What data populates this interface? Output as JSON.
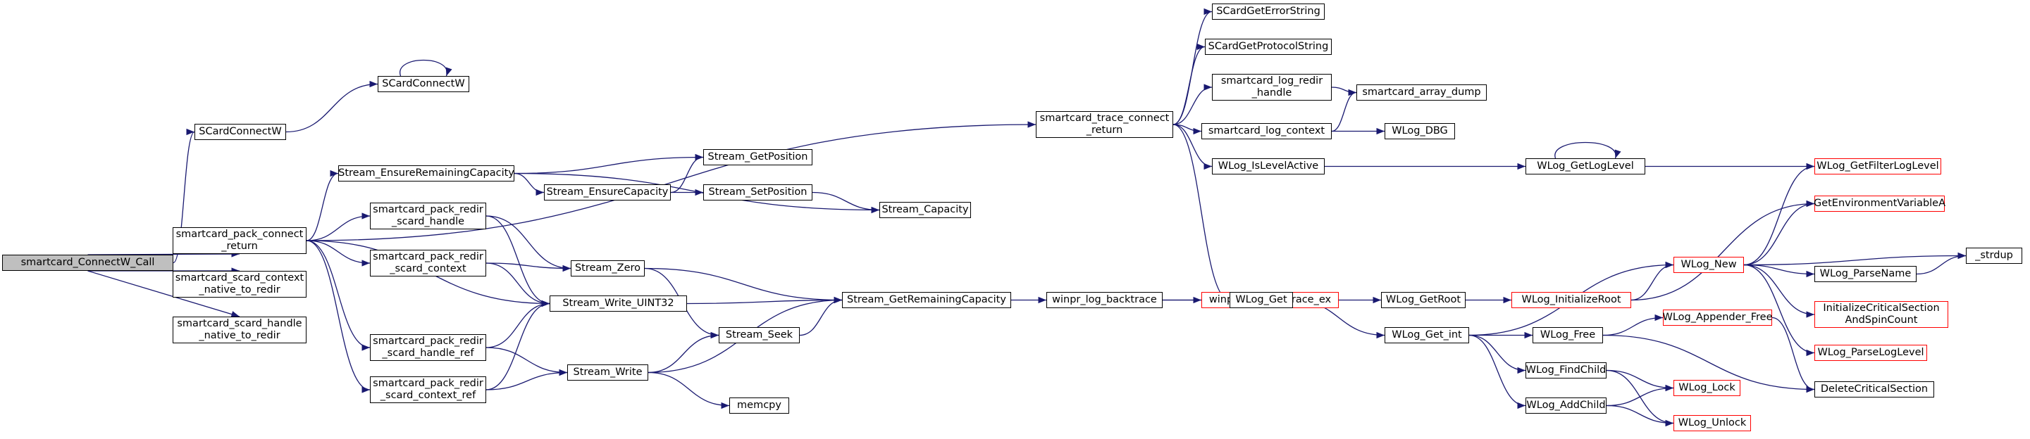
{
  "colors": {
    "edge": "#191970",
    "node_border": "#000000",
    "missing_border": "#ff0000",
    "root_fill": "#bfbfbf"
  },
  "nodes": [
    {
      "id": "root",
      "label": "smartcard_ConnectW_Call",
      "root": true
    },
    {
      "id": "sccw1",
      "label": "SCardConnectW"
    },
    {
      "id": "sccw2",
      "label": "SCardConnectW"
    },
    {
      "id": "pack",
      "label": "smartcard_pack_connect\n_return"
    },
    {
      "id": "ctxn2r",
      "label": "smartcard_scard_context\n_native_to_redir"
    },
    {
      "id": "hn2r",
      "label": "smartcard_scard_handle\n_native_to_redir"
    },
    {
      "id": "ensrem",
      "label": "Stream_EnsureRemainingCapacity"
    },
    {
      "id": "ensure",
      "label": "Stream_EnsureCapacity"
    },
    {
      "id": "getpos",
      "label": "Stream_GetPosition"
    },
    {
      "id": "setpos",
      "label": "Stream_SetPosition"
    },
    {
      "id": "capacity",
      "label": "Stream_Capacity"
    },
    {
      "id": "prh",
      "label": "smartcard_pack_redir\n_scard_handle"
    },
    {
      "id": "prc",
      "label": "smartcard_pack_redir\n_scard_context"
    },
    {
      "id": "prhr",
      "label": "smartcard_pack_redir\n_scard_handle_ref"
    },
    {
      "id": "prcr",
      "label": "smartcard_pack_redir\n_scard_context_ref"
    },
    {
      "id": "zero",
      "label": "Stream_Zero"
    },
    {
      "id": "wu32",
      "label": "Stream_Write_UINT32"
    },
    {
      "id": "write",
      "label": "Stream_Write"
    },
    {
      "id": "seek",
      "label": "Stream_Seek"
    },
    {
      "id": "memcpy",
      "label": "memcpy"
    },
    {
      "id": "getrem",
      "label": "Stream_GetRemainingCapacity"
    },
    {
      "id": "trace",
      "label": "smartcard_trace_connect\n_return"
    },
    {
      "id": "bt",
      "label": "winpr_log_backtrace"
    },
    {
      "id": "btex",
      "label": "winpr_log_backtrace_ex",
      "missing": true
    },
    {
      "id": "errstr",
      "label": "SCardGetErrorString"
    },
    {
      "id": "protstr",
      "label": "SCardGetProtocolString"
    },
    {
      "id": "logredir",
      "label": "smartcard_log_redir\n_handle"
    },
    {
      "id": "logctx",
      "label": "smartcard_log_context"
    },
    {
      "id": "arrdump",
      "label": "smartcard_array_dump"
    },
    {
      "id": "wdbg",
      "label": "WLog_DBG"
    },
    {
      "id": "islevel",
      "label": "WLog_IsLevelActive"
    },
    {
      "id": "getlevel",
      "label": "WLog_GetLogLevel"
    },
    {
      "id": "filter",
      "label": "WLog_GetFilterLogLevel",
      "missing": true
    },
    {
      "id": "wget",
      "label": "WLog_Get"
    },
    {
      "id": "getroot",
      "label": "WLog_GetRoot"
    },
    {
      "id": "initroot",
      "label": "WLog_InitializeRoot",
      "missing": true
    },
    {
      "id": "wnew",
      "label": "WLog_New",
      "missing": true
    },
    {
      "id": "getenv",
      "label": "GetEnvironmentVariableA",
      "missing": true
    },
    {
      "id": "strdup",
      "label": "_strdup"
    },
    {
      "id": "parsename",
      "label": "WLog_ParseName"
    },
    {
      "id": "initcs",
      "label": "InitializeCriticalSection\nAndSpinCount",
      "missing": true
    },
    {
      "id": "parselevel",
      "label": "WLog_ParseLogLevel",
      "missing": true
    },
    {
      "id": "getint",
      "label": "WLog_Get_int"
    },
    {
      "id": "wfree",
      "label": "WLog_Free"
    },
    {
      "id": "appfree",
      "label": "WLog_Appender_Free",
      "missing": true
    },
    {
      "id": "delcs",
      "label": "DeleteCriticalSection"
    },
    {
      "id": "findchild",
      "label": "WLog_FindChild"
    },
    {
      "id": "addchild",
      "label": "WLog_AddChild"
    },
    {
      "id": "wlock",
      "label": "WLog_Lock",
      "missing": true
    },
    {
      "id": "wunlock",
      "label": "WLog_Unlock",
      "missing": true
    }
  ],
  "edges": [
    [
      "root",
      "sccw1"
    ],
    [
      "root",
      "pack"
    ],
    [
      "root",
      "ctxn2r"
    ],
    [
      "root",
      "hn2r"
    ],
    [
      "sccw1",
      "sccw2"
    ],
    [
      "sccw2",
      "sccw2"
    ],
    [
      "pack",
      "trace"
    ],
    [
      "pack",
      "ensrem"
    ],
    [
      "pack",
      "prh"
    ],
    [
      "pack",
      "prc"
    ],
    [
      "pack",
      "wu32"
    ],
    [
      "pack",
      "prhr"
    ],
    [
      "pack",
      "prcr"
    ],
    [
      "ensrem",
      "getpos"
    ],
    [
      "ensrem",
      "ensure"
    ],
    [
      "ensrem",
      "capacity"
    ],
    [
      "ensure",
      "getpos"
    ],
    [
      "ensure",
      "setpos"
    ],
    [
      "setpos",
      "capacity"
    ],
    [
      "prh",
      "zero"
    ],
    [
      "prh",
      "wu32"
    ],
    [
      "prc",
      "zero"
    ],
    [
      "prc",
      "wu32"
    ],
    [
      "prhr",
      "wu32"
    ],
    [
      "prhr",
      "write"
    ],
    [
      "prcr",
      "wu32"
    ],
    [
      "prcr",
      "write"
    ],
    [
      "zero",
      "getrem"
    ],
    [
      "zero",
      "seek"
    ],
    [
      "wu32",
      "getrem"
    ],
    [
      "write",
      "seek"
    ],
    [
      "write",
      "getrem"
    ],
    [
      "write",
      "memcpy"
    ],
    [
      "seek",
      "getrem"
    ],
    [
      "getrem",
      "bt"
    ],
    [
      "bt",
      "wget"
    ],
    [
      "bt",
      "btex"
    ],
    [
      "trace",
      "errstr"
    ],
    [
      "trace",
      "protstr"
    ],
    [
      "trace",
      "logredir"
    ],
    [
      "trace",
      "logctx"
    ],
    [
      "trace",
      "islevel"
    ],
    [
      "trace",
      "wget"
    ],
    [
      "logredir",
      "arrdump"
    ],
    [
      "logctx",
      "arrdump"
    ],
    [
      "logctx",
      "wdbg"
    ],
    [
      "islevel",
      "getlevel"
    ],
    [
      "getlevel",
      "getlevel"
    ],
    [
      "getlevel",
      "filter"
    ],
    [
      "wget",
      "getroot"
    ],
    [
      "wget",
      "getint"
    ],
    [
      "getroot",
      "initroot"
    ],
    [
      "initroot",
      "wnew"
    ],
    [
      "initroot",
      "getenv"
    ],
    [
      "wnew",
      "filter"
    ],
    [
      "wnew",
      "getenv"
    ],
    [
      "wnew",
      "strdup"
    ],
    [
      "wnew",
      "parsename"
    ],
    [
      "wnew",
      "initcs"
    ],
    [
      "wnew",
      "parselevel"
    ],
    [
      "parsename",
      "strdup"
    ],
    [
      "getint",
      "wnew"
    ],
    [
      "getint",
      "wfree"
    ],
    [
      "getint",
      "findchild"
    ],
    [
      "getint",
      "addchild"
    ],
    [
      "wfree",
      "appfree"
    ],
    [
      "wfree",
      "delcs"
    ],
    [
      "appfree",
      "delcs"
    ],
    [
      "findchild",
      "wlock"
    ],
    [
      "findchild",
      "wunlock"
    ],
    [
      "addchild",
      "wlock"
    ],
    [
      "addchild",
      "wunlock"
    ]
  ]
}
